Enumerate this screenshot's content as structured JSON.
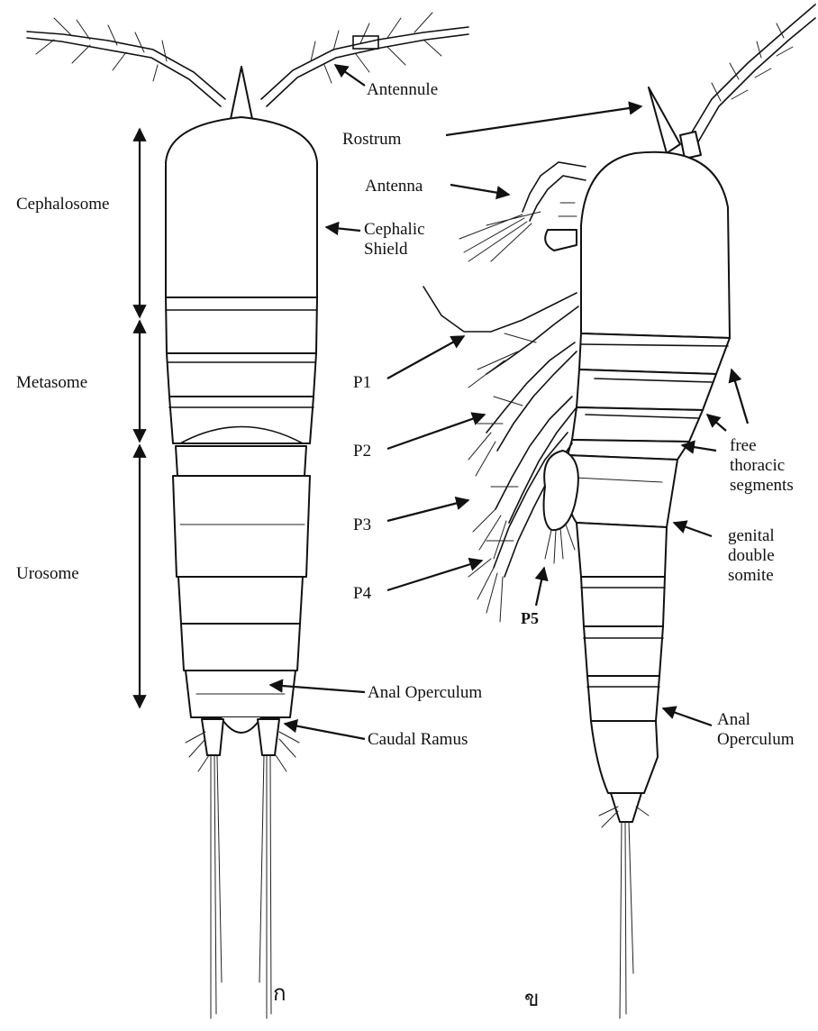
{
  "dorsal_view": {
    "caption": "ก",
    "labels": {
      "antennule": "Antennule",
      "cephalic_shield": "Cephalic\nShield",
      "anal_operculum": "Anal Operculum",
      "caudal_ramus": "Caudal Ramus"
    },
    "regions": {
      "cephalosome": "Cephalosome",
      "metasome": "Metasome",
      "urosome": "Urosome"
    }
  },
  "lateral_view": {
    "caption": "ข",
    "labels": {
      "rostrum": "Rostrum",
      "antenna": "Antenna",
      "p1": "P1",
      "p2": "P2",
      "p3": "P3",
      "p4": "P4",
      "p5": "P5",
      "free_thoracic_segments": "free\nthoracic\nsegments",
      "genital_double_somite": "genital\ndouble\nsomite",
      "anal_operculum": "Anal\nOperculum"
    }
  },
  "colors": {
    "ink": "#111111",
    "background": "#ffffff"
  }
}
